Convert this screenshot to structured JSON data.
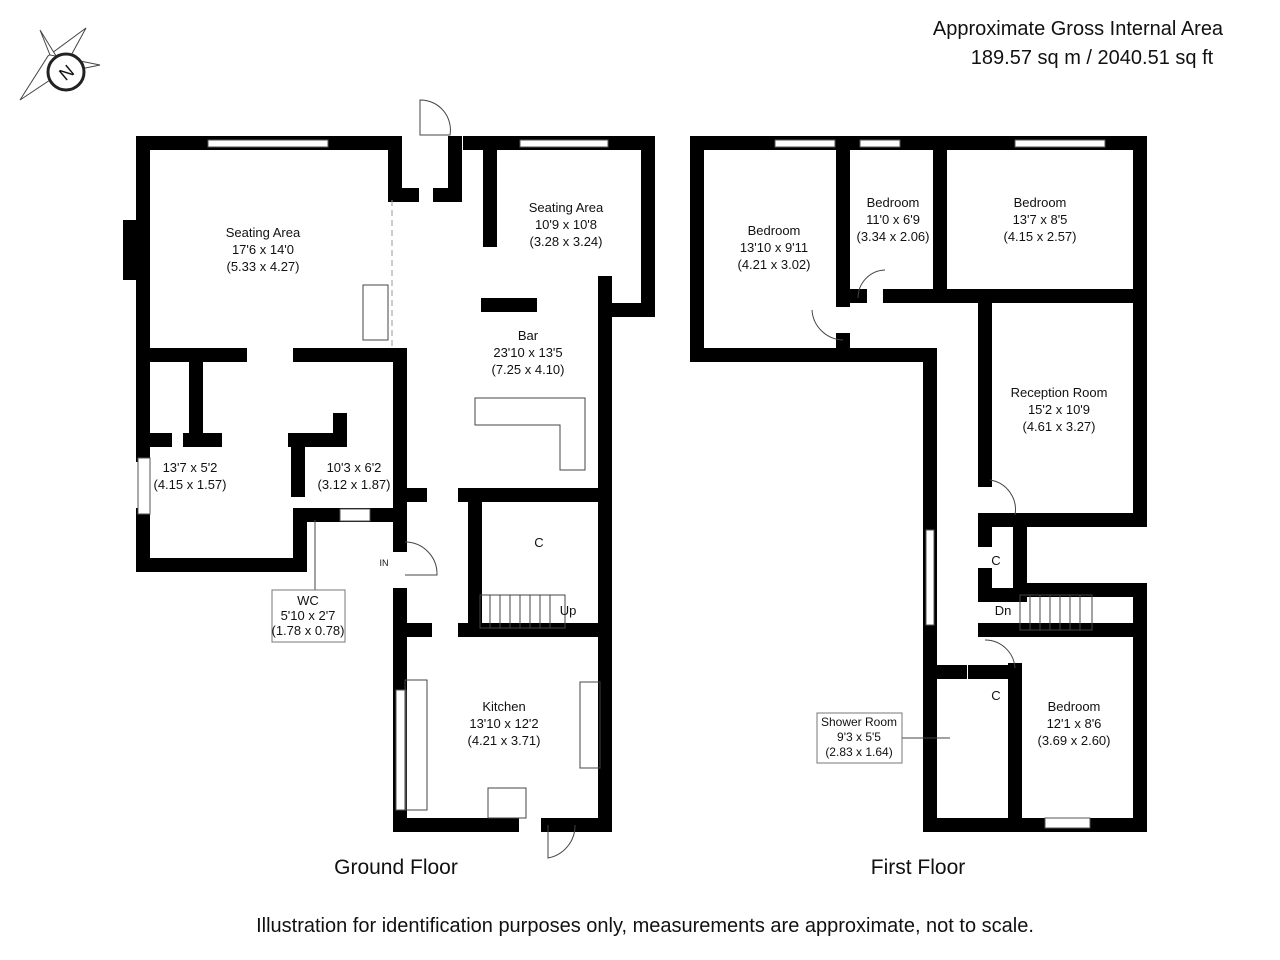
{
  "header": {
    "area_title": "Approximate Gross Internal Area",
    "area_value": "189.57 sq m / 2040.51 sq ft"
  },
  "compass": {
    "letter": "N"
  },
  "ground_floor": {
    "title": "Ground Floor",
    "rooms": [
      {
        "name": "Seating Area",
        "imperial": "17'6 x 14'0",
        "metric": "(5.33 x 4.27)"
      },
      {
        "name": "Seating Area",
        "imperial": "10'9 x 10'8",
        "metric": "(3.28 x 3.24)"
      },
      {
        "name": "Bar",
        "imperial": "23'10 x 13'5",
        "metric": "(7.25 x 4.10)"
      },
      {
        "name": "",
        "imperial": "13'7 x 5'2",
        "metric": "(4.15 x 1.57)"
      },
      {
        "name": "",
        "imperial": "10'3 x 6'2",
        "metric": "(3.12 x 1.87)"
      },
      {
        "name": "WC",
        "imperial": "5'10 x 2'7",
        "metric": "(1.78 x 0.78)"
      },
      {
        "name": "Kitchen",
        "imperial": "13'10 x 12'2",
        "metric": "(4.21 x 3.71)"
      }
    ],
    "cupboard": "C",
    "stairs_label": "Up",
    "entrance_label": "IN"
  },
  "first_floor": {
    "title": "First Floor",
    "rooms": [
      {
        "name": "Bedroom",
        "imperial": "13'10 x 9'11",
        "metric": "(4.21 x 3.02)"
      },
      {
        "name": "Bedroom",
        "imperial": "11'0 x 6'9",
        "metric": "(3.34 x 2.06)"
      },
      {
        "name": "Bedroom",
        "imperial": "13'7 x 8'5",
        "metric": "(4.15 x 2.57)"
      },
      {
        "name": "Reception Room",
        "imperial": "15'2 x 10'9",
        "metric": "(4.61 x 3.27)"
      },
      {
        "name": "Bedroom",
        "imperial": "12'1 x 8'6",
        "metric": "(3.69 x 2.60)"
      },
      {
        "name": "Shower Room",
        "imperial": "9'3 x 5'5",
        "metric": "(2.83 x 1.64)"
      }
    ],
    "cupboard_1": "C",
    "cupboard_2": "C",
    "stairs_label": "Dn"
  },
  "footer": {
    "disclaimer": "Illustration for identification purposes only, measurements are approximate, not to scale."
  }
}
